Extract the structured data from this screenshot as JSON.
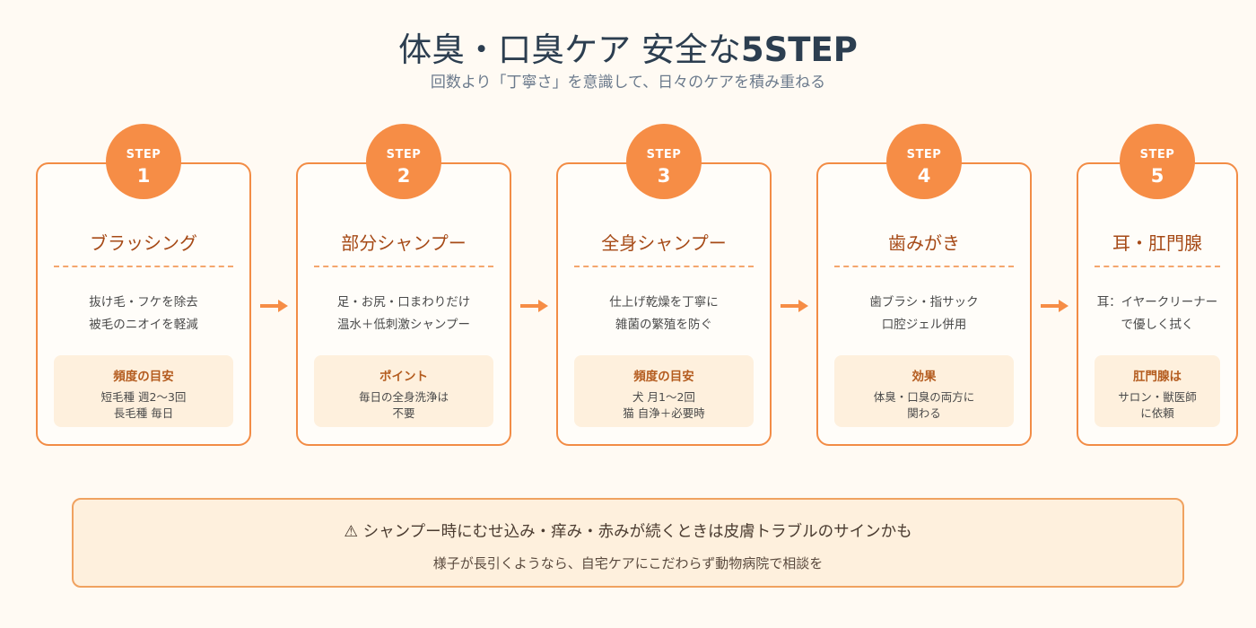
{
  "header": {
    "title_main": "体臭・口臭ケア 安全な",
    "title_bold": "5STEP",
    "subtitle": "回数より「丁寧さ」を意識して、日々のケアを積み重ねる"
  },
  "steps": [
    {
      "label": "STEP",
      "number": "1",
      "title": "ブラッシング",
      "desc1": "抜け毛・フケを除去",
      "desc2": "被毛のニオイを軽減",
      "box_title": "頻度の目安",
      "box_line1": "短毛種 週2〜3回",
      "box_line2": "長毛種 毎日"
    },
    {
      "label": "STEP",
      "number": "2",
      "title": "部分シャンプー",
      "desc1": "足・お尻・口まわりだけ",
      "desc2": "温水＋低刺激シャンプー",
      "box_title": "ポイント",
      "box_line1": "毎日の全身洗浄は",
      "box_line2": "不要"
    },
    {
      "label": "STEP",
      "number": "3",
      "title": "全身シャンプー",
      "desc1": "仕上げ乾燥を丁寧に",
      "desc2": "雑菌の繁殖を防ぐ",
      "box_title": "頻度の目安",
      "box_line1": "犬 月1〜2回",
      "box_line2": "猫 自浄＋必要時"
    },
    {
      "label": "STEP",
      "number": "4",
      "title": "歯みがき",
      "desc1": "歯ブラシ・指サック",
      "desc2": "口腔ジェル併用",
      "box_title": "効果",
      "box_line1": "体臭・口臭の両方に",
      "box_line2": "関わる"
    },
    {
      "label": "STEP",
      "number": "5",
      "title": "耳・肛門腺",
      "desc1": "耳：イヤークリーナー",
      "desc2": "で優しく拭く",
      "box_title": "肛門腺は",
      "box_line1": "サロン・獣医師",
      "box_line2": "に依頼"
    }
  ],
  "warning": {
    "icon": "warning-icon",
    "line1": "⚠ シャンプー時にむせ込み・痒み・赤みが続くときは皮膚トラブルのサインかも",
    "line2": "様子が長引くようなら、自宅ケアにこだわらず動物病院で相談を"
  },
  "colors": {
    "accent": "#f68d46",
    "card_border": "#f28c45",
    "title_text": "#a64a17",
    "box_bg": "#fef0dd",
    "heading": "#2c3e50"
  }
}
